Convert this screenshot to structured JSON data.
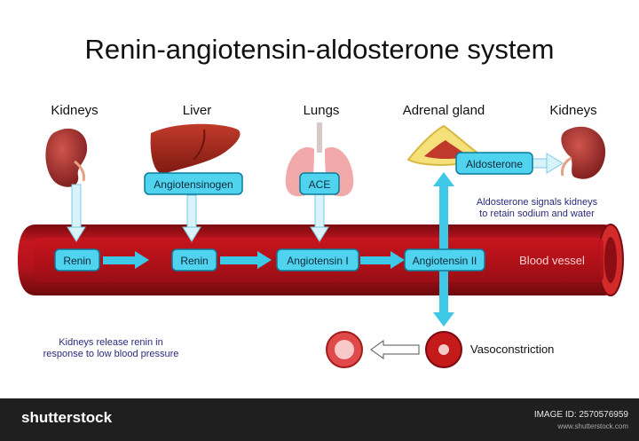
{
  "title": "Renin-angiotensin-aldosterone system",
  "organs": {
    "kidneys_left": "Kidneys",
    "liver": "Liver",
    "lungs": "Lungs",
    "adrenal": "Adrenal gland",
    "kidneys_right": "Kidneys"
  },
  "boxes": {
    "renin_1": "Renin",
    "renin_2": "Renin",
    "angiotensinogen": "Angiotensinogen",
    "ace": "ACE",
    "angiotensin_1": "Angiotensin I",
    "angiotensin_2": "Angiotensin II",
    "aldosterone": "Aldosterone"
  },
  "labels": {
    "blood_vessel": "Blood vessel",
    "aldosterone_note_1": "Aldosterone signals kidneys",
    "aldosterone_note_2": "to retain sodium and water",
    "kidney_note_1": "Kidneys release renin in",
    "kidney_note_2": "response to low blood pressure",
    "vasoconstriction": "Vasoconstriction"
  },
  "footer": {
    "brand": "shutterstock",
    "image_id": "IMAGE ID: 2570576959",
    "site": "www.shutterstock.com"
  },
  "colors": {
    "vessel": "#b5121b",
    "vessel_dark": "#7a0a10",
    "box_fill": "#4fd3ee",
    "box_stroke": "#0b7a9a",
    "arrow": "#3ec8e8",
    "organ_kidney": "#9b2a2a",
    "organ_liver": "#a52a1e",
    "lungs": "#f1a8a8",
    "adrenal": "#f3dc6e"
  }
}
